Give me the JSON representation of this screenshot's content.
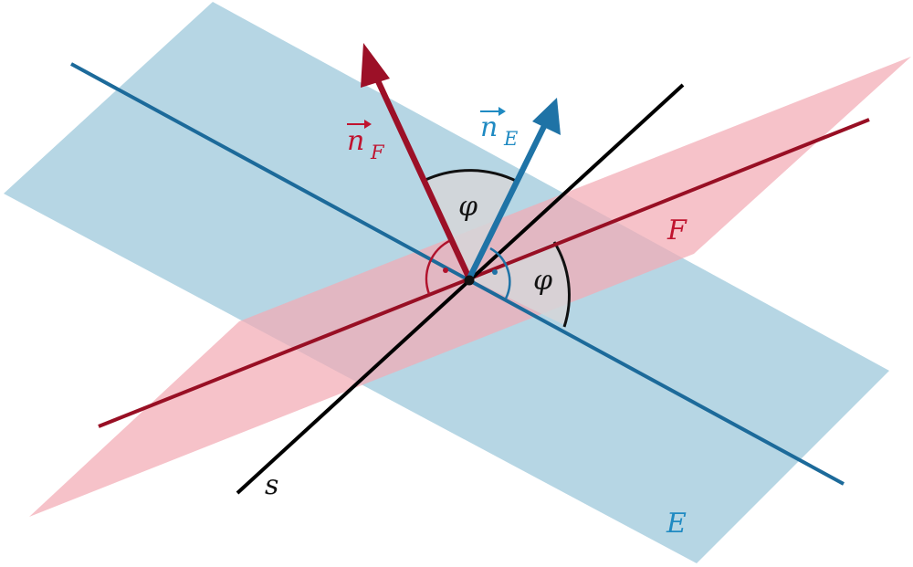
{
  "labels": {
    "plane_E": "E",
    "plane_F": "F",
    "line_s": "s",
    "normal_F": "n",
    "normal_F_sub": "F",
    "normal_E": "n",
    "normal_E_sub": "E",
    "angle_normals": "φ",
    "angle_planes": "φ"
  },
  "colors": {
    "plane_E": "#a9cfdf",
    "plane_F": "#f2aab4",
    "line_E": "#1c6a9a",
    "line_F": "#980f24",
    "line_s": "#000000",
    "normal_E": "#1f73a6",
    "normal_F": "#9c1027",
    "angle_fill": "#d6d6d8",
    "right_angle_E": "#1f73a6",
    "right_angle_F": "#b0122c"
  }
}
